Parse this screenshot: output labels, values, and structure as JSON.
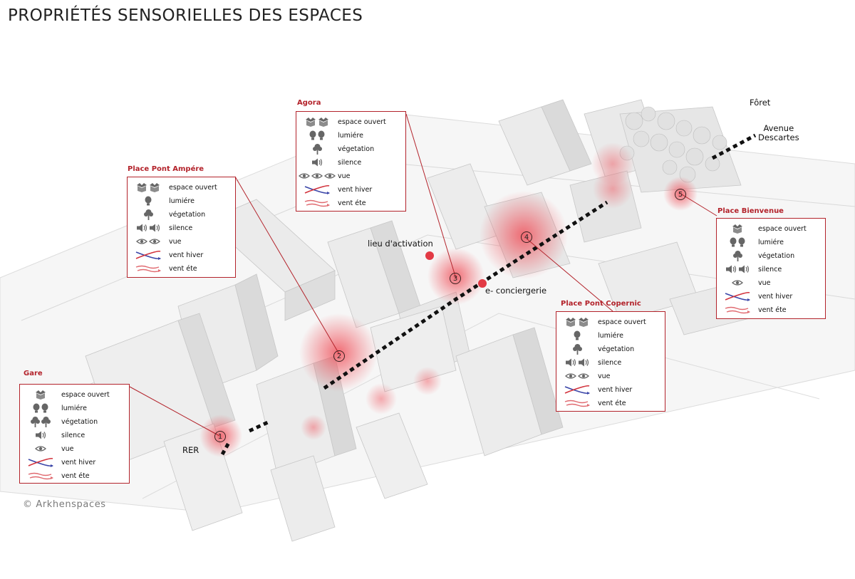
{
  "title": "PROPRIÉTÉS SENSORIELLES DES ESPACES",
  "credit": "© Arkhenspaces",
  "labels": {
    "foret": "Fôret",
    "avenue": "Avenue\nDescartes",
    "rer": "RER",
    "lieu": "lieu d'activation",
    "conciergerie": "e- conciergerie"
  },
  "nodes": [
    "1",
    "2",
    "3",
    "4",
    "5"
  ],
  "legend_items": {
    "espace_ouvert": "espace ouvert",
    "lumiere": "lumiére",
    "vegetation": "végetation",
    "silence": "silence",
    "vue": "vue",
    "vent_hiver": "vent hiver",
    "vent_ete": "vent éte"
  },
  "legends": {
    "gare": {
      "title": "Gare",
      "counts": {
        "espace_ouvert": 1,
        "lumiere": 2,
        "vegetation": 2,
        "silence": 1,
        "vue": 1
      }
    },
    "ampere": {
      "title": "Place Pont Ampére",
      "counts": {
        "espace_ouvert": 2,
        "lumiere": 1,
        "vegetation": 1,
        "silence": 2,
        "vue": 2
      }
    },
    "agora": {
      "title": "Agora",
      "counts": {
        "espace_ouvert": 2,
        "lumiere": 2,
        "vegetation": 1,
        "silence": 1,
        "vue": 3
      }
    },
    "copernic": {
      "title": "Place Pont Copernic",
      "counts": {
        "espace_ouvert": 2,
        "lumiere": 1,
        "vegetation": 1,
        "silence": 2,
        "vue": 2
      }
    },
    "bienvenue": {
      "title": "Place Bienvenue",
      "counts": {
        "espace_ouvert": 1,
        "lumiere": 2,
        "vegetation": 1,
        "silence": 2,
        "vue": 1
      }
    }
  },
  "colors": {
    "accent": "#b3232b",
    "heat": "#f04b55",
    "building": "#ebebeb",
    "building_edge": "#cfcfcf",
    "icon_gray": "#666666",
    "wind_winter_blue": "#3b46a8",
    "wind_winter_red": "#d2323c",
    "wind_summer": "#e06a70"
  },
  "icons": [
    "open-box-icon",
    "lightbulb-icon",
    "tree-icon",
    "speaker-icon",
    "eye-icon",
    "wind-icon"
  ]
}
